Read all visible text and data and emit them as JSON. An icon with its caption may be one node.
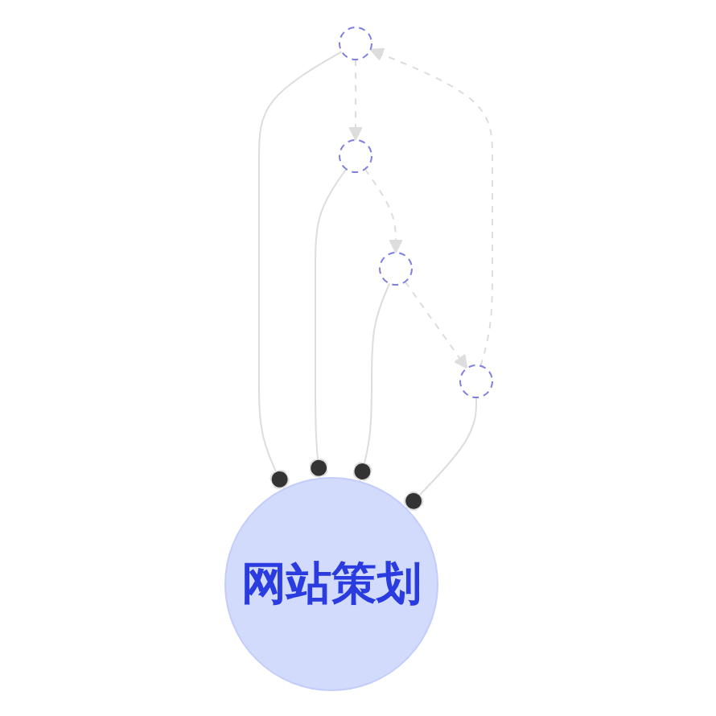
{
  "diagram": {
    "nodes": [
      {
        "text": [
          "网站策划"
        ]
      },
      {
        "text": [],
        "shape": "circle"
      },
      {
        "text": [],
        "shape": "circle"
      },
      {
        "text": [],
        "shape": "circle"
      },
      {
        "text": [],
        "shape": "circle"
      }
    ],
    "edges": [
      {
        "from": 1,
        "to": 0,
        "arrow": "other",
        "color": "#dddddd"
      },
      {
        "from": 2,
        "to": 0,
        "arrow": "other",
        "color": "#dddddd"
      },
      {
        "from": 3,
        "to": 0,
        "arrow": "other",
        "color": "#dddddd"
      },
      {
        "from": 4,
        "to": 0,
        "arrow": "other",
        "color": "#dddddd"
      },
      {
        "from": 1,
        "to": 2,
        "arrow": "to",
        "style": "dashed",
        "color": "#dddddd"
      },
      {
        "from": 2,
        "to": 4,
        "arrow": "to",
        "style": "dashed",
        "color": "#dddddd"
      },
      {
        "from": 4,
        "to": 3,
        "arrow": "to",
        "style": "dashed",
        "color": "#dddddd"
      },
      {
        "from": 3,
        "to": 1,
        "arrow": "to",
        "style": "dashed",
        "color": "#dddddd"
      }
    ]
  }
}
